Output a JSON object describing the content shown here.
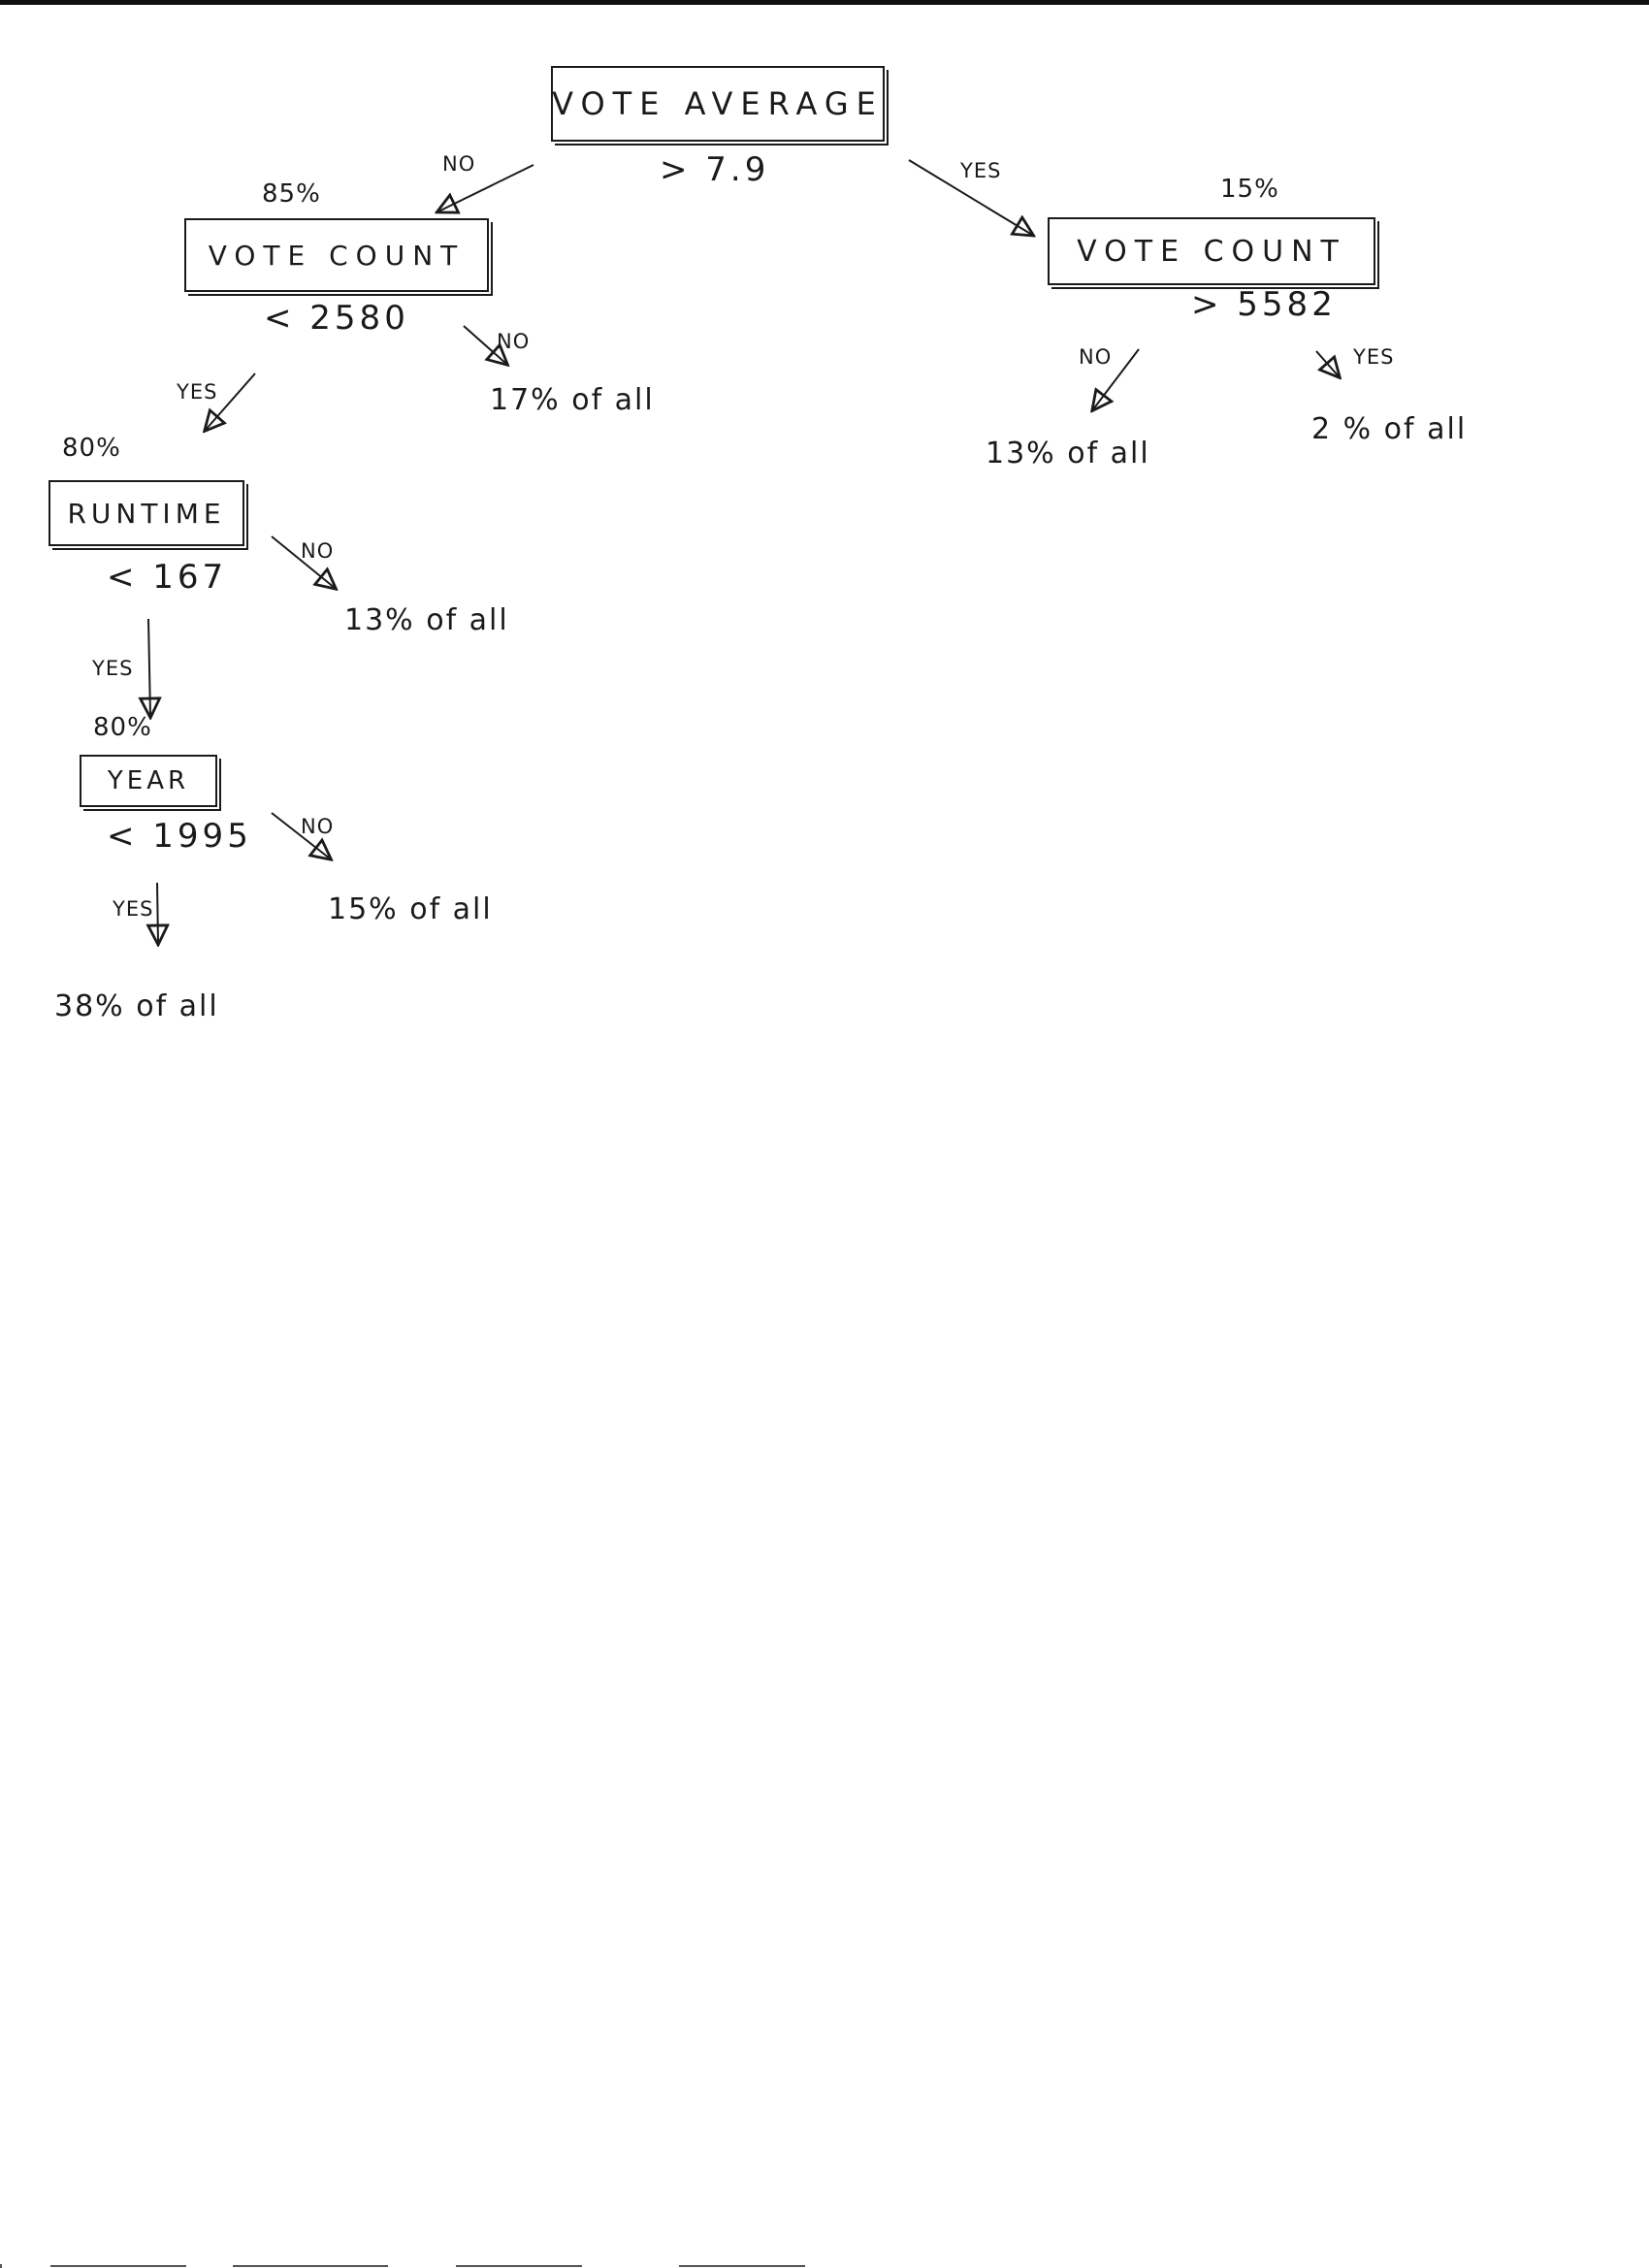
{
  "nodes": {
    "root": {
      "label": "VOTE AVERAGE",
      "condition": "> 7.9"
    },
    "left": {
      "label": "VOTE COUNT",
      "condition": "< 2580",
      "share": "85%"
    },
    "right": {
      "label": "VOTE COUNT",
      "condition": "> 5582",
      "share": "15%"
    },
    "runtime": {
      "label": "RUNTIME",
      "condition": "< 167",
      "share": "80%"
    },
    "year": {
      "label": "YEAR",
      "condition": "< 1995",
      "share": "80%"
    }
  },
  "branches": {
    "root_no": "NO",
    "root_yes": "YES",
    "left_yes": "YES",
    "left_no": "NO",
    "right_no": "NO",
    "right_yes": "YES",
    "runtime_no": "NO",
    "runtime_yes": "YES",
    "year_no": "NO",
    "year_yes": "YES"
  },
  "leaves": {
    "left_no": "17% of all",
    "right_no": "13% of all",
    "right_yes": "2 % of all",
    "runtime_no": "13% of all",
    "year_no": "15% of all",
    "year_yes": "38% of all"
  },
  "colors": {
    "ink": "#1a1a1a",
    "paper": "#ffffff"
  }
}
